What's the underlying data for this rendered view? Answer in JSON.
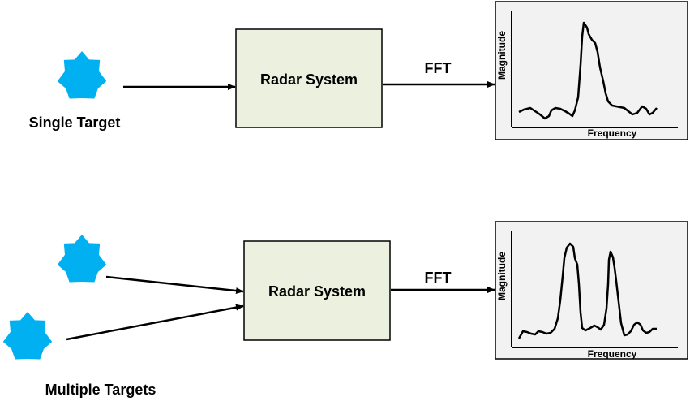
{
  "colors": {
    "target": "#00b0f0",
    "radar_box_fill": "#ebf1de",
    "radar_box_stroke": "#000000",
    "plot_box_fill": "#f2f2f2",
    "line": "#000000"
  },
  "top_section": {
    "target_label": "Single Target",
    "radar_label": "Radar System",
    "fft_label": "FFT",
    "plot": {
      "y_axis_label": "Magnitude",
      "x_axis_label": "Frequency",
      "peaks": 1
    }
  },
  "bottom_section": {
    "targets_label": "Multiple Targets",
    "radar_label": "Radar System",
    "fft_label": "FFT",
    "plot": {
      "y_axis_label": "Magnitude",
      "x_axis_label": "Frequency",
      "peaks": 2
    }
  }
}
